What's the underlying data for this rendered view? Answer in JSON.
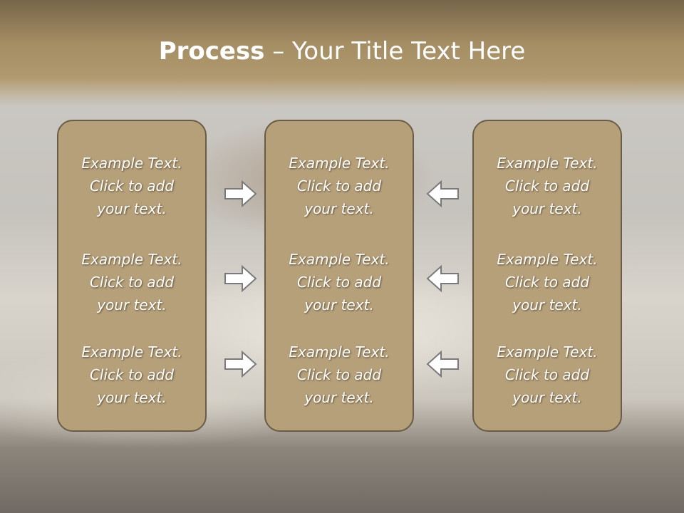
{
  "title": {
    "bold": "Process",
    "rest": " – Your Title Text Here"
  },
  "panels": [
    {
      "items": [
        {
          "line1": "Example Text.",
          "line2": "Click  to add",
          "line3": "your text."
        },
        {
          "line1": "Example Text.",
          "line2": "Click  to add",
          "line3": "your text."
        },
        {
          "line1": "Example Text.",
          "line2": "Click  to add",
          "line3": "your text."
        }
      ]
    },
    {
      "items": [
        {
          "line1": "Example Text.",
          "line2": "Click  to add",
          "line3": "your text."
        },
        {
          "line1": "Example Text.",
          "line2": "Click  to add",
          "line3": "your text."
        },
        {
          "line1": "Example Text.",
          "line2": "Click  to add",
          "line3": "your text."
        }
      ]
    },
    {
      "items": [
        {
          "line1": "Example Text.",
          "line2": "Click  to add",
          "line3": "your text."
        },
        {
          "line1": "Example Text.",
          "line2": "Click  to add",
          "line3": "your text."
        },
        {
          "line1": "Example Text.",
          "line2": "Click  to add",
          "line3": "your text."
        }
      ]
    }
  ],
  "arrows": [
    {
      "icon": "arrow-right-icon"
    },
    {
      "icon": "arrow-right-icon"
    },
    {
      "icon": "arrow-right-icon"
    },
    {
      "icon": "arrow-left-icon"
    },
    {
      "icon": "arrow-left-icon"
    },
    {
      "icon": "arrow-left-icon"
    }
  ],
  "colors": {
    "panel": "#b6a07a",
    "panel_border": "#6b5c47",
    "title_band": "#a48c63",
    "text": "#ffffff",
    "arrow_fill": "#ffffff",
    "arrow_stroke": "#7a7a7a"
  }
}
